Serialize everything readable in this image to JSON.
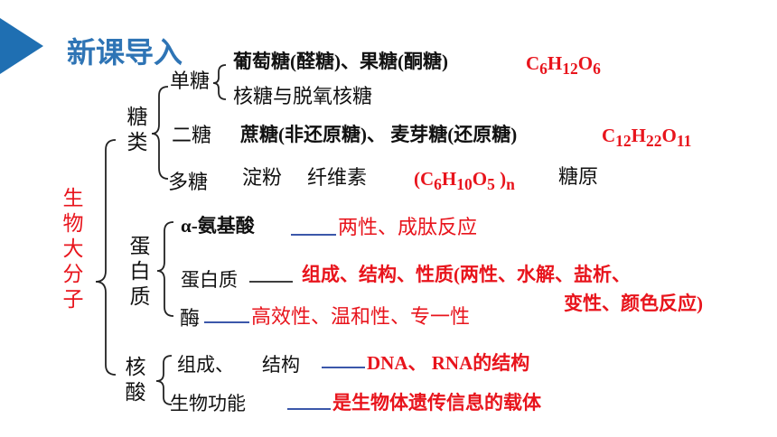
{
  "header": {
    "title": "新课导入"
  },
  "root": {
    "label": "生物大分子"
  },
  "sugar": {
    "label": "糖类",
    "mono": {
      "label": "单糖",
      "item1": "葡萄糖(醛糖)、果糖(酮糖)",
      "item2": "核糖与脱氧核糖",
      "formula": {
        "c": "C",
        "c_sub": "6",
        "h": "H",
        "h_sub": "12",
        "o": "O",
        "o_sub": "6"
      }
    },
    "di": {
      "label": "二糖",
      "items": "蔗糖(非还原糖)、 麦芽糖(还原糖)",
      "formula": {
        "c": "C",
        "c_sub": "12",
        "h": "H",
        "h_sub": "22",
        "o": "O",
        "o_sub": "11"
      }
    },
    "poly": {
      "label": "多糖",
      "item1": "淀粉",
      "item2": "纤维素",
      "formula": {
        "open": "(C",
        "c_sub": "6",
        "h": "H",
        "h_sub": "10",
        "o": "O",
        "o_sub": "5",
        "close": " )",
        "n_sub": "n"
      },
      "item3": "糖原"
    }
  },
  "protein": {
    "label": "蛋白质",
    "amino": {
      "label": "α-氨基酸",
      "note": "两性、成肽反应"
    },
    "prot": {
      "label": "蛋白质",
      "note_line1": "组成、结构、性质(两性、水解、盐析、",
      "note_line2": "变性、颜色反应)"
    },
    "enzyme": {
      "label": "酶",
      "note": "高效性、温和性、专一性"
    }
  },
  "nucleic": {
    "label": "核酸",
    "comp": {
      "label1": "组成、",
      "label2": "结构",
      "note": "DNA、 RNA的结构"
    },
    "func": {
      "label": "生物功能",
      "note": "是生物体遗传信息的载体"
    }
  },
  "colors": {
    "title": "#2e74b5",
    "arrow": "#1f6fb2",
    "emphasis": "#e8141c",
    "dash": "#1f3f9e"
  }
}
